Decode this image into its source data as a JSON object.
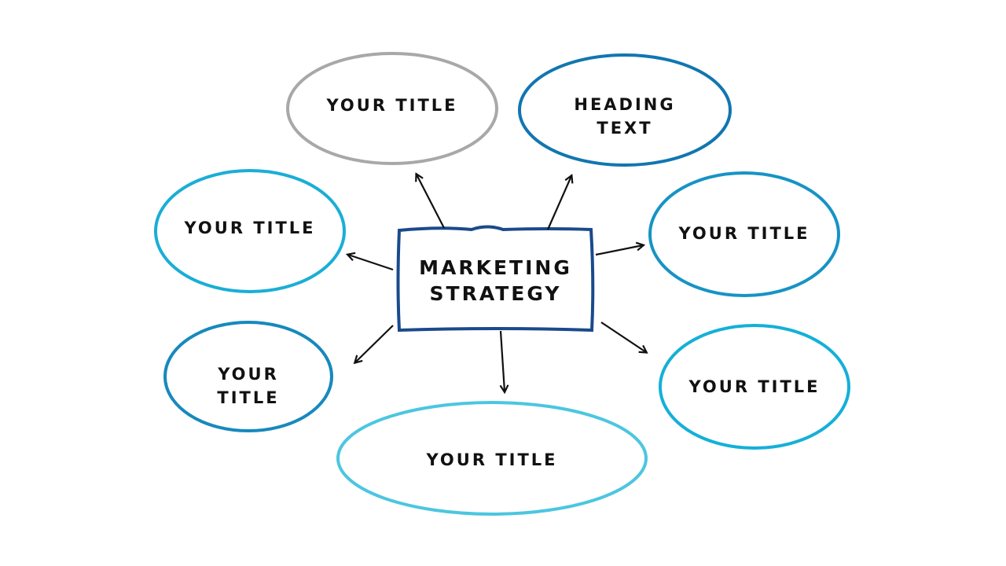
{
  "center": {
    "label": "MARKETING\nSTRATEGY",
    "color": "#1a4a8c"
  },
  "nodes": [
    {
      "label": "YOUR TITLE",
      "color": "#a8a8a8"
    },
    {
      "label": "HEADING\nTEXT",
      "color": "#1176b0"
    },
    {
      "label": "YOUR TITLE",
      "color": "#1aaed6"
    },
    {
      "label": "YOUR TITLE",
      "color": "#1793c4"
    },
    {
      "label": "YOUR\nTITLE",
      "color": "#1789bd"
    },
    {
      "label": "YOUR TITLE",
      "color": "#14b0d8"
    },
    {
      "label": "YOUR TITLE",
      "color": "#4cc6e0"
    }
  ]
}
